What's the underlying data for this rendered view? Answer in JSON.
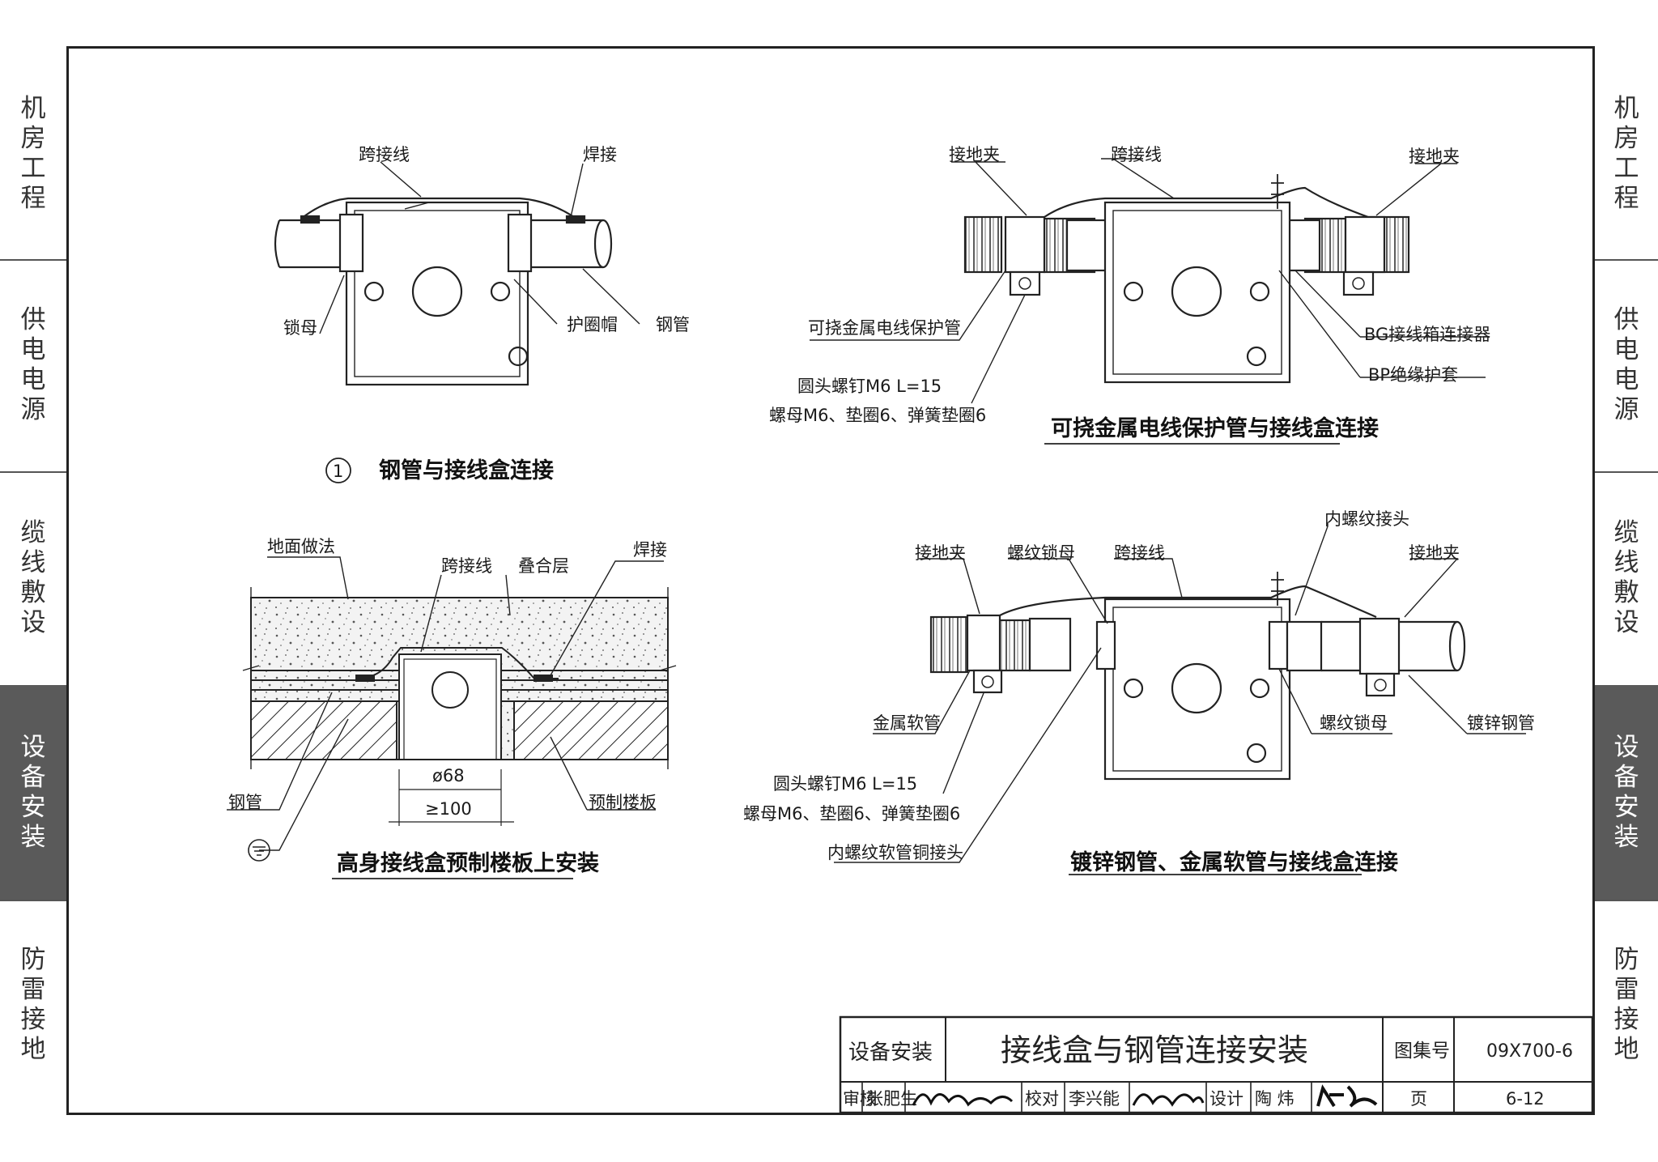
{
  "sidebar_tabs": [
    {
      "label": "机房工程",
      "active": false
    },
    {
      "label": "供电电源",
      "active": false
    },
    {
      "label": "缆线敷设",
      "active": false
    },
    {
      "label": "设备安装",
      "active": true
    },
    {
      "label": "防雷接地",
      "active": false
    }
  ],
  "fig1": {
    "number": "1",
    "caption": "钢管与接线盒连接",
    "labels": {
      "jumper": "跨接线",
      "weld": "焊接",
      "locknut": "锁母",
      "bushing": "护圈帽",
      "steel_pipe": "钢管"
    }
  },
  "fig2": {
    "caption": "可挠金属电线保护管与接线盒连接",
    "labels": {
      "clamp_left": "接地夹",
      "jumper": "跨接线",
      "clamp_right": "接地夹",
      "flex_conduit": "可挠金属电线保护管",
      "screw": "圆头螺钉M6  L=15",
      "nut_washers": "螺母M6、垫圈6、弹簧垫圈6",
      "bg_connector": "BG接线箱连接器",
      "bp_sleeve": "BP绝缘护套"
    }
  },
  "fig3": {
    "caption": "高身接线盒预制楼板上安装",
    "labels": {
      "floor": "地面做法",
      "jumper": "跨接线",
      "topping": "叠合层",
      "weld": "焊接",
      "steel_pipe": "钢管",
      "precast_slab": "预制楼板",
      "dim_hole": "ø68",
      "dim_width": "≥100"
    }
  },
  "fig4": {
    "caption": "镀锌钢管、金属软管与接线盒连接",
    "labels": {
      "clamp_left": "接地夹",
      "threaded_locknut_top": "螺纹锁母",
      "jumper": "跨接线",
      "female_adapter": "内螺纹接头",
      "clamp_right": "接地夹",
      "metal_hose": "金属软管",
      "screw": "圆头螺钉M6  L=15",
      "nut_washers": "螺母M6、垫圈6、弹簧垫圈6",
      "hose_copper_adapter": "内螺纹软管铜接头",
      "threaded_locknut_bottom": "螺纹锁母",
      "galvanized_pipe": "镀锌钢管"
    }
  },
  "title_block": {
    "section": "设备安装",
    "title": "接线盒与钢管连接安装",
    "atlas_label": "图集号",
    "atlas_no": "09X700-6",
    "review_label": "审核",
    "reviewer": "张肥生",
    "check_label": "校对",
    "checker": "李兴能",
    "design_label": "设计",
    "designer": "陶  炜",
    "page_label": "页",
    "page_no": "6-12"
  }
}
